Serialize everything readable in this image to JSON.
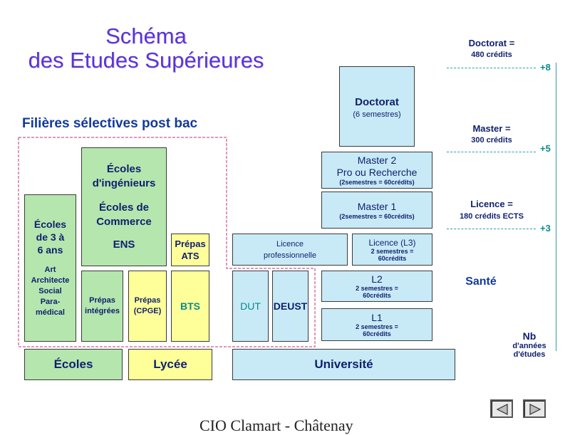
{
  "title": {
    "line1": "Schéma",
    "line2": "des Etudes Supérieures"
  },
  "selective_heading": "Filières sélectives post bac",
  "boxes": {
    "ecoles3": {
      "line1": "Écoles",
      "line2": "de 3 à",
      "line3": "6 ans",
      "sub1": "Art",
      "sub2": "Architecte",
      "sub3": "Social",
      "sub4": "Para-",
      "sub5": "médical"
    },
    "ingenieurs": {
      "line1": "Écoles",
      "line2": "d'ingénieurs",
      "line3": "Écoles de",
      "line4": "Commerce",
      "line5": "ENS"
    },
    "prepas_ats": {
      "line1": "Prépas",
      "line2": "ATS"
    },
    "prepas_integrees": {
      "line1": "Prépas",
      "line2": "intégrées"
    },
    "prepas_cpge": {
      "line1": "Prépas",
      "line2": "(CPGE)"
    },
    "bts": "BTS",
    "dut": "DUT",
    "deust": "DEUST",
    "licence_pro": {
      "line1": "Licence",
      "line2": "professionnelle"
    },
    "licence_l3": {
      "line1": "Licence (L3)",
      "line2": "2 semestres =",
      "line3": "60crédits"
    },
    "l2": {
      "line1": "L2",
      "line2": "2 semestres =",
      "line3": "60crédits"
    },
    "l1": {
      "line1": "L1",
      "line2": "2 semestres =",
      "line3": "60crédits"
    },
    "master1": {
      "line1": "Master 1",
      "line2": "(2semestres = 60crédits)"
    },
    "master2": {
      "line1": "Master 2",
      "line2": "Pro ou Recherche",
      "line3": "(2semestres = 60crédits)"
    },
    "doctorat": {
      "line1": "Doctorat",
      "line2": "(6 semestres)"
    },
    "ecoles_base": "Écoles",
    "lycee_base": "Lycée",
    "universite_base": "Université"
  },
  "right_panel": {
    "doctorat": {
      "line1": "Doctorat =",
      "line2": "480 crédits",
      "mark": "+8"
    },
    "master": {
      "line1": "Master =",
      "line2": "300 crédits",
      "mark": "+5"
    },
    "licence": {
      "line1": "Licence =",
      "line2": "180 crédits ECTS",
      "mark": "+3"
    },
    "sante": "Santé",
    "nb": {
      "line1": "Nb",
      "line2": "d'années",
      "line3": "d'études"
    }
  },
  "footer": "CIO Clamart - Châtenay",
  "nav": {
    "prev": "previous-slide",
    "next": "next-slide"
  },
  "colors": {
    "green": "#b5e6ae",
    "yellow": "#ffff99",
    "blue": "#c8eaf6",
    "title": "#5a33d6",
    "teal": "#0a8a8a",
    "navy": "#0f1f6e",
    "dashed": "#c0307a"
  }
}
